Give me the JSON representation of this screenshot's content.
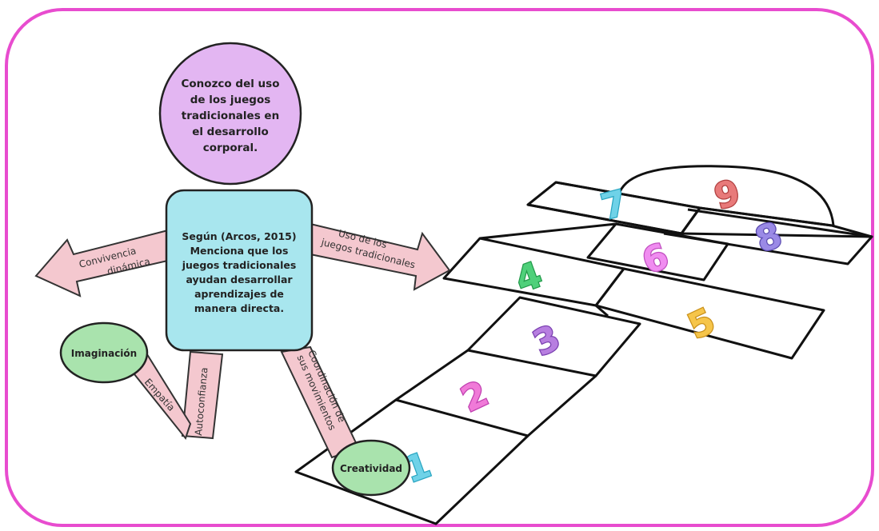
{
  "head": {
    "lines": [
      "Conozco del uso",
      "de los juegos",
      "tradicionales en",
      "el desarrollo",
      "corporal."
    ]
  },
  "body_box": {
    "lines": [
      "Según (Arcos, 2015)",
      "Menciona que los",
      "juegos tradicionales",
      "ayudan desarrollar",
      "aprendizajes de",
      "manera directa."
    ]
  },
  "arms": {
    "left": [
      "Convivencia",
      "dinámica"
    ],
    "right": [
      "Uso de los",
      "juegos tradicionales"
    ]
  },
  "legs": {
    "left_leg": "Autoconfianza",
    "right_leg": [
      "Coordinación de",
      "sus movimientos"
    ],
    "connector": "Empatía"
  },
  "bubbles": {
    "imaginacion": "Imaginación",
    "creatividad": "Creatividad"
  },
  "hopscotch": {
    "numbers": [
      "1",
      "2",
      "3",
      "4",
      "5",
      "6",
      "7",
      "8",
      "9"
    ]
  },
  "colors": {
    "frame": "#e84ccf",
    "head_fill": "#e3b6f2",
    "body_fill": "#a8e6ee",
    "limb_fill": "#f4c8cf",
    "bubble_fill": "#a9e3ad",
    "n1": "#6fd2e8",
    "n2": "#f07ad8",
    "n3": "#b77ee0",
    "n4": "#4fd07a",
    "n5": "#f6c54a",
    "n6": "#f08cf0",
    "n7": "#6fd2e8",
    "n8": "#9a8ae6",
    "n9": "#e87a7a"
  }
}
